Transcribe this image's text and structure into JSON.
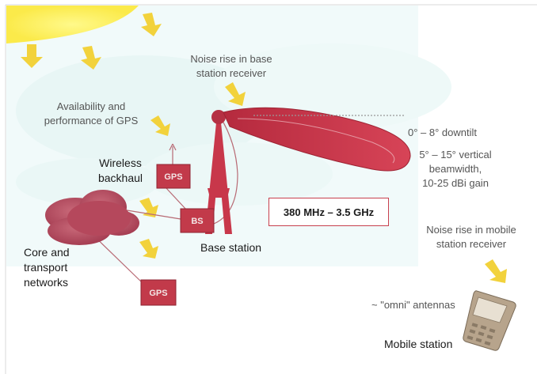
{
  "labels": {
    "noise_base_line1": "Noise rise in base",
    "noise_base_line2": "station receiver",
    "gps_avail_line1": "Availability and",
    "gps_avail_line2": "performance of GPS",
    "downtilt": "0° – 8° downtilt",
    "vbeam_line1": "5° – 15° vertical",
    "vbeam_line2": "beamwidth,",
    "vbeam_line3": "10-25 dBi gain",
    "wireless_line1": "Wireless",
    "wireless_line2": "backhaul",
    "frequency": "380 MHz – 3.5 GHz",
    "base_station": "Base station",
    "core_line1": "Core and",
    "core_line2": "transport",
    "core_line3": "networks",
    "noise_mobile_line1": "Noise rise in mobile",
    "noise_mobile_line2": "station receiver",
    "omni": "~ \"omni\" antennas",
    "mobile_station": "Mobile station"
  },
  "boxes": {
    "gps_top": "GPS",
    "bs": "BS",
    "gps_bottom": "GPS"
  },
  "colors": {
    "antenna_red": "#c8374a",
    "box_red": "#c23a4a",
    "cloud_red": "#b5485c",
    "link_red": "#b86a74",
    "sun_yellow": "#fff56a",
    "arrow_yellow": "#f2d23c",
    "sky_cyan": "#e6f5f4",
    "phone_tan": "#b7a48c"
  }
}
